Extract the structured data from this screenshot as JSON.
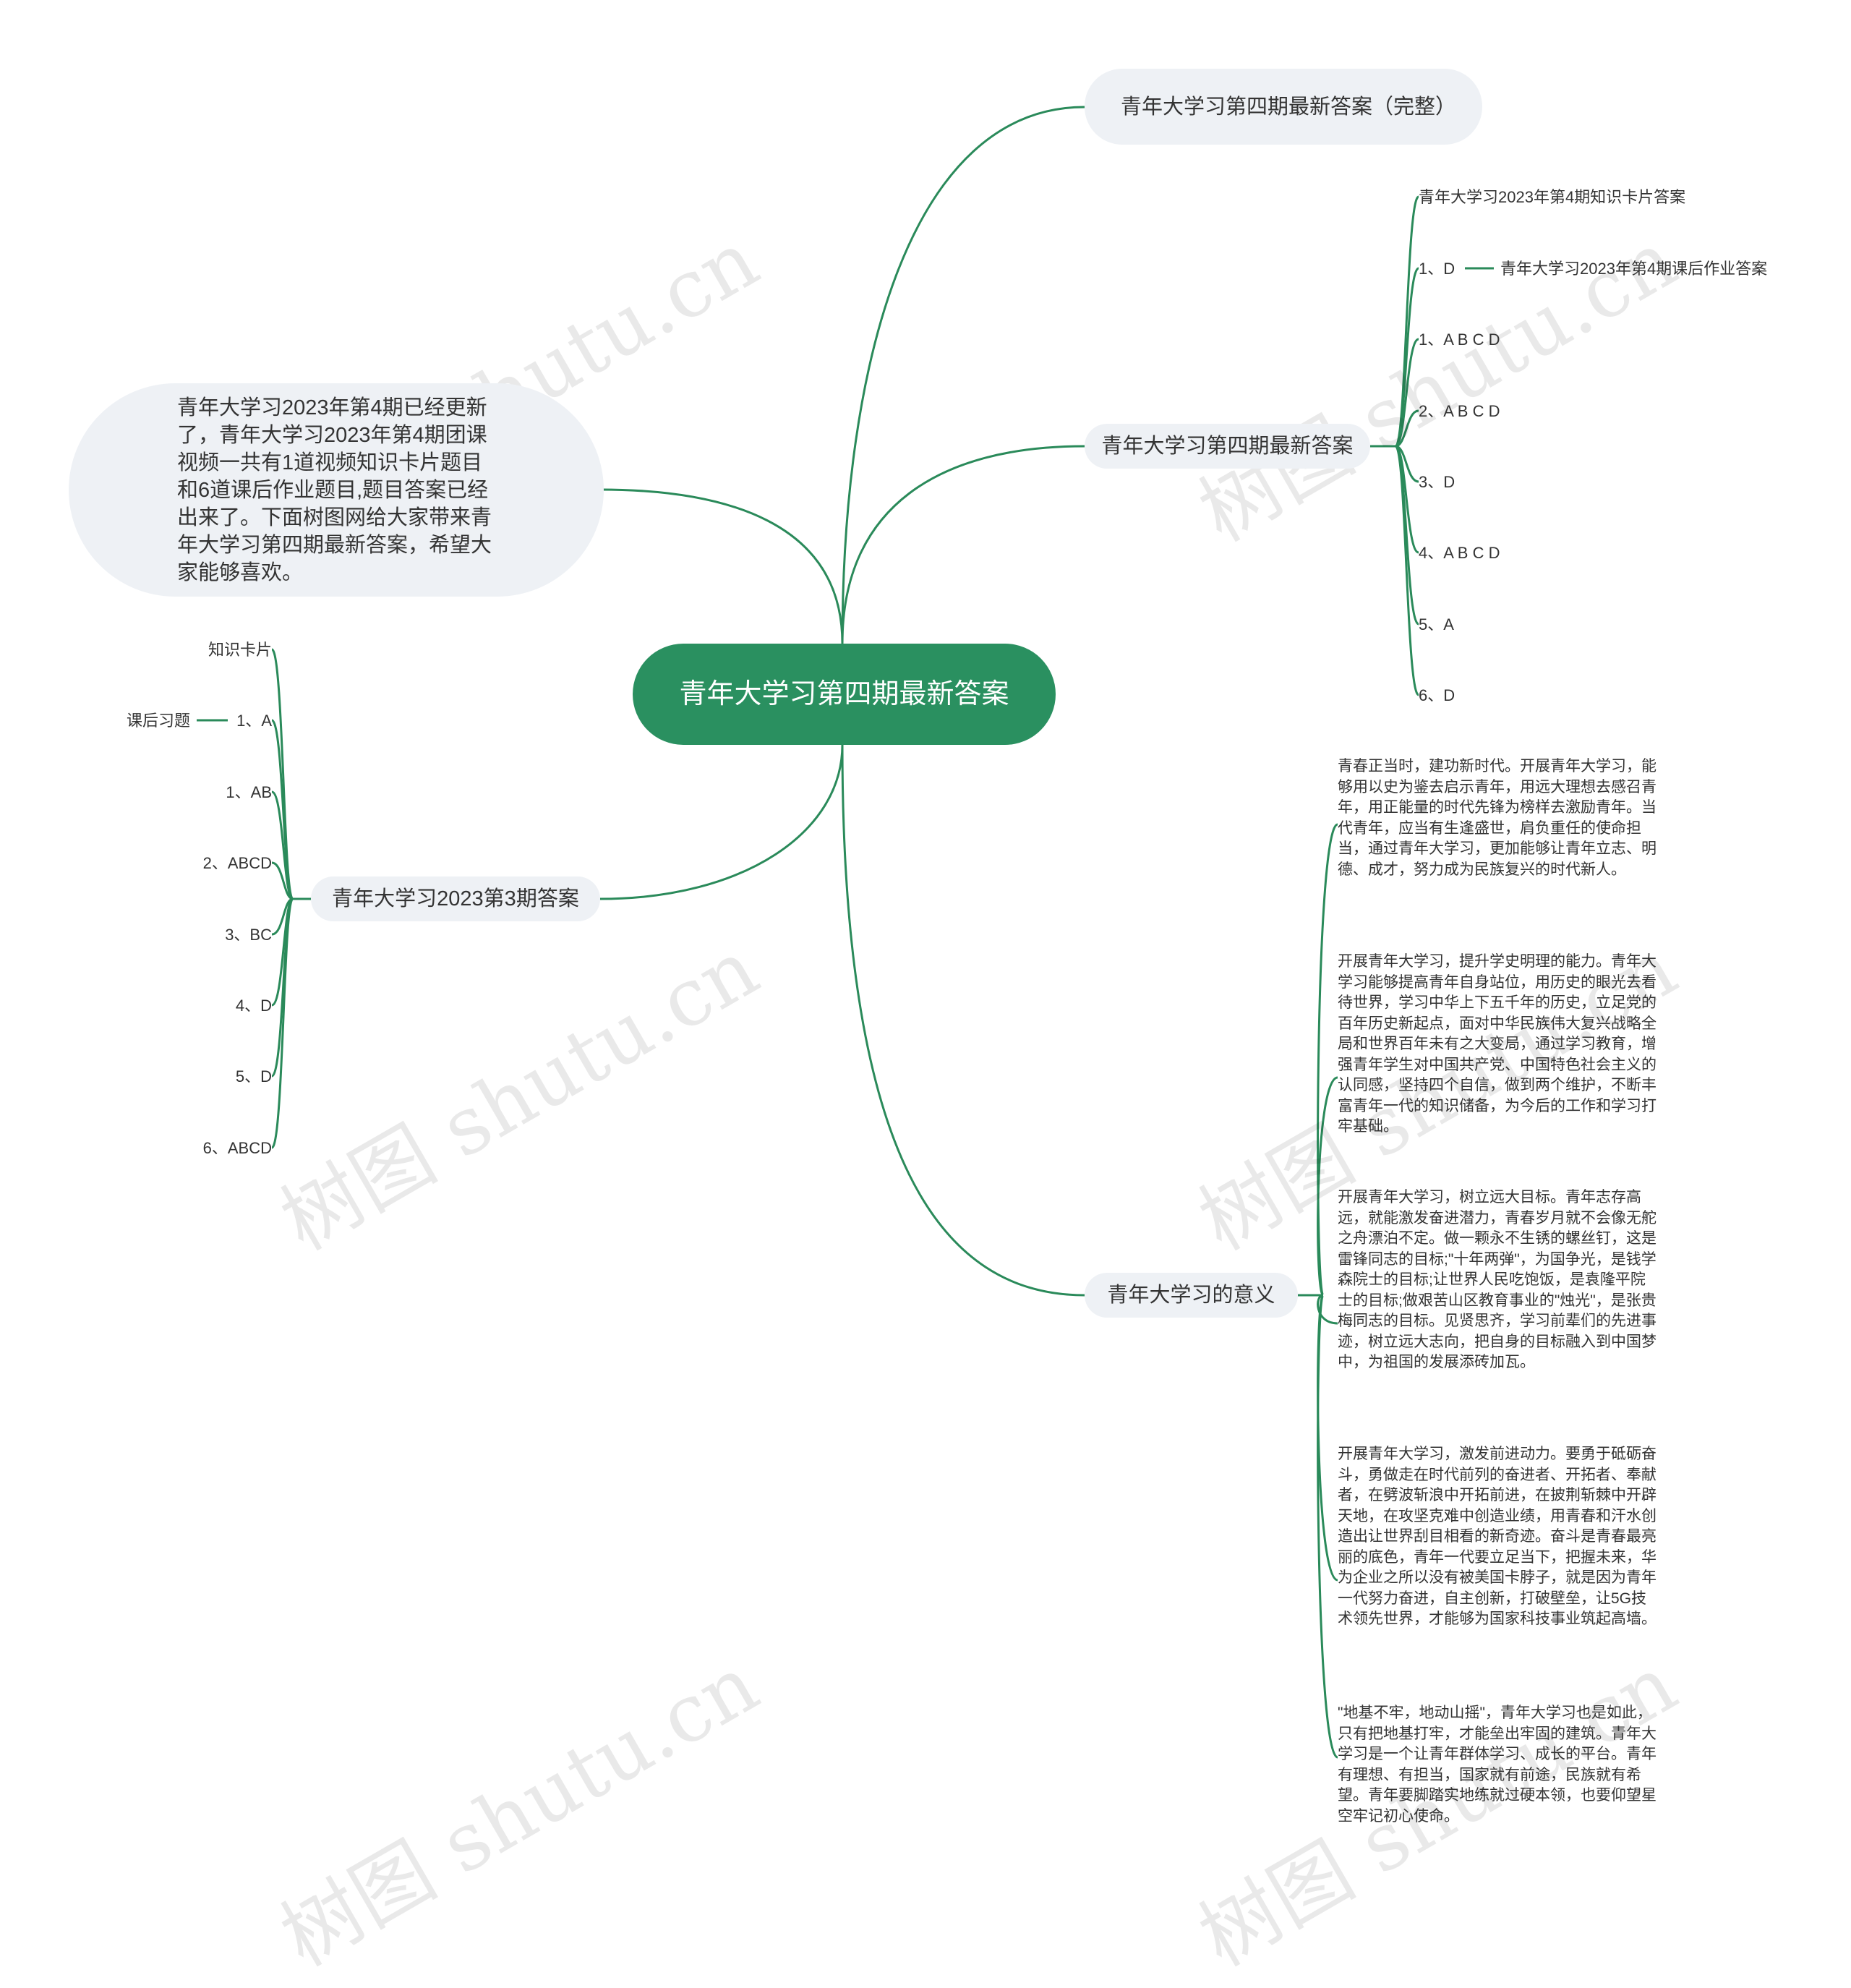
{
  "root": {
    "title": "青年大学习第四期最新答案"
  },
  "intro": "青年大学习2023年第4期已经更新了，青年大学习2023年第4期团课视频一共有1道视频知识卡片题目和6道课后作业题目,题目答案已经出来了。下面树图网给大家带来青年大学习第四期最新答案，希望大家能够喜欢。",
  "branch_top": {
    "label": "青年大学习第四期最新答案（完整）"
  },
  "branch_answers": {
    "label": "青年大学习第四期最新答案",
    "card_label": "青年大学习2023年第4期知识卡片答案",
    "card_answer": "1、D",
    "homework_label": "青年大学习2023年第4期课后作业答案",
    "items": [
      "1、A B C D",
      "2、A B C D",
      "3、D",
      "4、A B C D",
      "5、A",
      "6、D"
    ]
  },
  "branch_period3": {
    "label": "青年大学习2023第3期答案",
    "card_label": "知识卡片",
    "homework_label": "课后习题",
    "card_answer": "1、A",
    "items": [
      "1、AB",
      "2、ABCD",
      "3、BC",
      "4、D",
      "5、D",
      "6、ABCD"
    ]
  },
  "branch_meaning": {
    "label": "青年大学习的意义",
    "paragraphs": [
      "青春正当时，建功新时代。开展青年大学习，能够用以史为鉴去启示青年，用远大理想去感召青年，用正能量的时代先锋为榜样去激励青年。当代青年，应当有生逢盛世，肩负重任的使命担当，通过青年大学习，更加能够让青年立志、明德、成才，努力成为民族复兴的时代新人。",
      "开展青年大学习，提升学史明理的能力。青年大学习能够提高青年自身站位，用历史的眼光去看待世界，学习中华上下五千年的历史，立足党的百年历史新起点，面对中华民族伟大复兴战略全局和世界百年未有之大变局，通过学习教育，增强青年学生对中国共产党、中国特色社会主义的认同感，坚持四个自信，做到两个维护，不断丰富青年一代的知识储备，为今后的工作和学习打牢基础。",
      "开展青年大学习，树立远大目标。青年志存高远，就能激发奋进潜力，青春岁月就不会像无舵之舟漂泊不定。做一颗永不生锈的螺丝钉，这是雷锋同志的目标;\"十年两弹\"，为国争光，是钱学森院士的目标;让世界人民吃饱饭，是袁隆平院士的目标;做艰苦山区教育事业的\"烛光\"，是张贵梅同志的目标。见贤思齐，学习前辈们的先进事迹，树立远大志向，把自身的目标融入到中国梦中，为祖国的发展添砖加瓦。",
      "开展青年大学习，激发前进动力。要勇于砥砺奋斗，勇做走在时代前列的奋进者、开拓者、奉献者，在劈波斩浪中开拓前进，在披荆斩棘中开辟天地，在攻坚克难中创造业绩，用青春和汗水创造出让世界刮目相看的新奇迹。奋斗是青春最亮丽的底色，青年一代要立足当下，把握未来，华为企业之所以没有被美国卡脖子，就是因为青年一代努力奋进，自主创新，打破壁垒，让5G技术领先世界，才能够为国家科技事业筑起高墙。",
      "\"地基不牢，地动山摇\"，青年大学习也是如此，只有把地基打牢，才能垒出牢固的建筑。青年大学习是一个让青年群体学习、成长的平台。青年有理想、有担当，国家就有前途，民族就有希望。青年要脚踏实地练就过硬本领，也要仰望星空牢记初心使命。"
    ]
  },
  "watermark": "树图 shutu.cn",
  "colors": {
    "accent": "#2a9060",
    "line": "#2a8a5a",
    "pill_bg": "#eef1f5"
  }
}
